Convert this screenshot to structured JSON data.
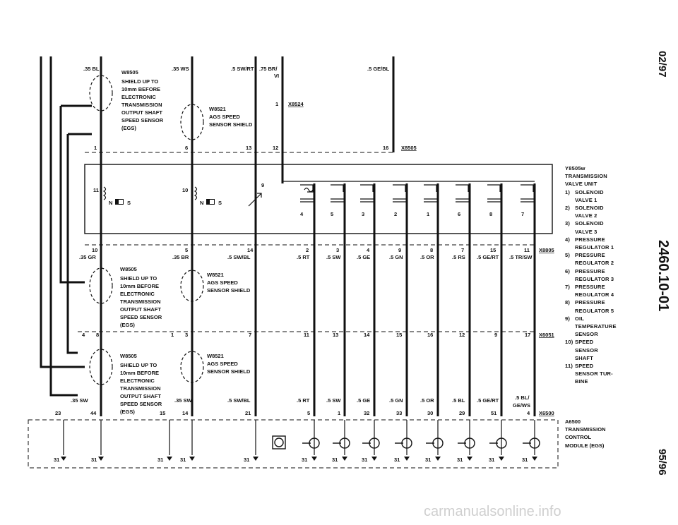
{
  "side": {
    "date": "02/97",
    "code": "2460.10-01",
    "rev": "95/96"
  },
  "watermark": "carmanualsonline.info",
  "connectors": {
    "x8524": "X8524",
    "x8505": "X8505",
    "x8805": "X8805",
    "x6051": "X6051",
    "x6500": "X6500"
  },
  "wires_top": {
    "w1": ".35 BL",
    "w2": ".35 WS",
    "w3": ".5 SW/RT",
    "w4": ".75 BR/",
    "w4b": "VI",
    "w5": ".5 GE/BL"
  },
  "shields": {
    "w8505_id": "W8505",
    "w8505_lines": [
      "SHIELD UP TO",
      "10mm BEFORE",
      "ELECTRONIC",
      "TRANSMISSION",
      "OUTPUT SHAFT",
      "SPEED SENSOR",
      "(EGS)"
    ],
    "w8521_id": "W8521",
    "w8521_lines": [
      "AGS SPEED",
      "SENSOR SHIELD"
    ]
  },
  "x8505_pins": {
    "p1": "1",
    "p6": "6",
    "p13": "13",
    "p12": "12",
    "p16": "16",
    "x8524_pin": "1"
  },
  "valve": {
    "sensor_labels": [
      "N",
      "S"
    ],
    "pin_11": "11",
    "pin_10": "10",
    "pin_9": "9",
    "solenoid_nums": [
      "4",
      "5",
      "3",
      "2",
      "1",
      "6",
      "8",
      "7"
    ]
  },
  "x8805_pins": [
    "10",
    "5",
    "14",
    "2",
    "3",
    "4",
    "9",
    "8",
    "7",
    "15",
    "11"
  ],
  "x8805_wires": [
    ".35 GR",
    ".35 BR",
    ".5 SW/BL",
    ".5 RT",
    ".5 SW",
    ".5 GE",
    ".5 GN",
    ".5 OR",
    ".5 RS",
    ".5 GE/RT",
    ".5 TR/SW"
  ],
  "x6051_pins": [
    "4",
    "8",
    "1",
    "3",
    "7",
    "11",
    "13",
    "14",
    "15",
    "16",
    "12",
    "9",
    "17"
  ],
  "x6500_wires": [
    ".35 SW",
    ".35 SW",
    ".5 SW/BL",
    ".5 RT",
    ".5 SW",
    ".5 GE",
    ".5 GN",
    ".5 OR",
    ".5 BL",
    ".5 GE/RT",
    ".5 BL/",
    "GE/WS"
  ],
  "x6500_pins": [
    "23",
    "44",
    "15",
    "14",
    "21",
    "5",
    "1",
    "32",
    "33",
    "30",
    "29",
    "51",
    "4"
  ],
  "ground_label": "31",
  "legend": {
    "title": [
      "Y8505w",
      "TRANSMISSION",
      "VALVE UNIT"
    ],
    "items": [
      {
        "n": "1)",
        "lines": [
          "SOLENOID",
          "VALVE 1"
        ]
      },
      {
        "n": "2)",
        "lines": [
          "SOLENOID",
          "VALVE 2"
        ]
      },
      {
        "n": "3)",
        "lines": [
          "SOLENOID",
          "VALVE 3"
        ]
      },
      {
        "n": "4)",
        "lines": [
          "PRESSURE",
          "REGULATOR 1"
        ]
      },
      {
        "n": "5)",
        "lines": [
          "PRESSURE",
          "REGULATOR 2"
        ]
      },
      {
        "n": "6)",
        "lines": [
          "PRESSURE",
          "REGULATOR 3"
        ]
      },
      {
        "n": "7)",
        "lines": [
          "PRESSURE",
          "REGULATOR 4"
        ]
      },
      {
        "n": "8)",
        "lines": [
          "PRESSURE",
          "REGULATOR 5"
        ]
      },
      {
        "n": "9)",
        "lines": [
          "OIL",
          "TEMPERATURE",
          "SENSOR"
        ]
      },
      {
        "n": "10)",
        "lines": [
          "SPEED",
          "SENSOR",
          "SHAFT"
        ]
      },
      {
        "n": "11)",
        "lines": [
          "SPEED",
          "SENSOR TUR-",
          "BINE"
        ]
      }
    ]
  },
  "module": {
    "lines": [
      "A6500",
      "TRANSMISSION",
      "CONTROL",
      "MODULE (EGS)"
    ]
  }
}
